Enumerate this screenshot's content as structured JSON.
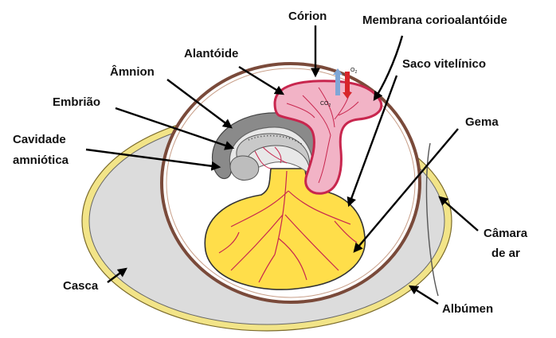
{
  "labels": {
    "corion": "Córion",
    "membrana": "Membrana corioalantóide",
    "alantoide": "Alantóide",
    "saco": "Saco vitelínico",
    "amnion": "Âmnion",
    "embriao": "Embrião",
    "cavidade_1": "Cavidade",
    "cavidade_2": "amniótica",
    "gema": "Gema",
    "camara_1": "Câmara",
    "camara_2": "de ar",
    "casca": "Casca",
    "albumen": "Albúmen",
    "o2": "O",
    "co2": "CO"
  },
  "colors": {
    "shell": "#f2e488",
    "albumen": "#dcdcdc",
    "chorion": "#7a4a3a",
    "allantois": "#f2b3c6",
    "allantois_border": "#c8264e",
    "yolk": "#ffde4a",
    "amnion": "#8a8a8a",
    "vessel": "#c8264e"
  }
}
